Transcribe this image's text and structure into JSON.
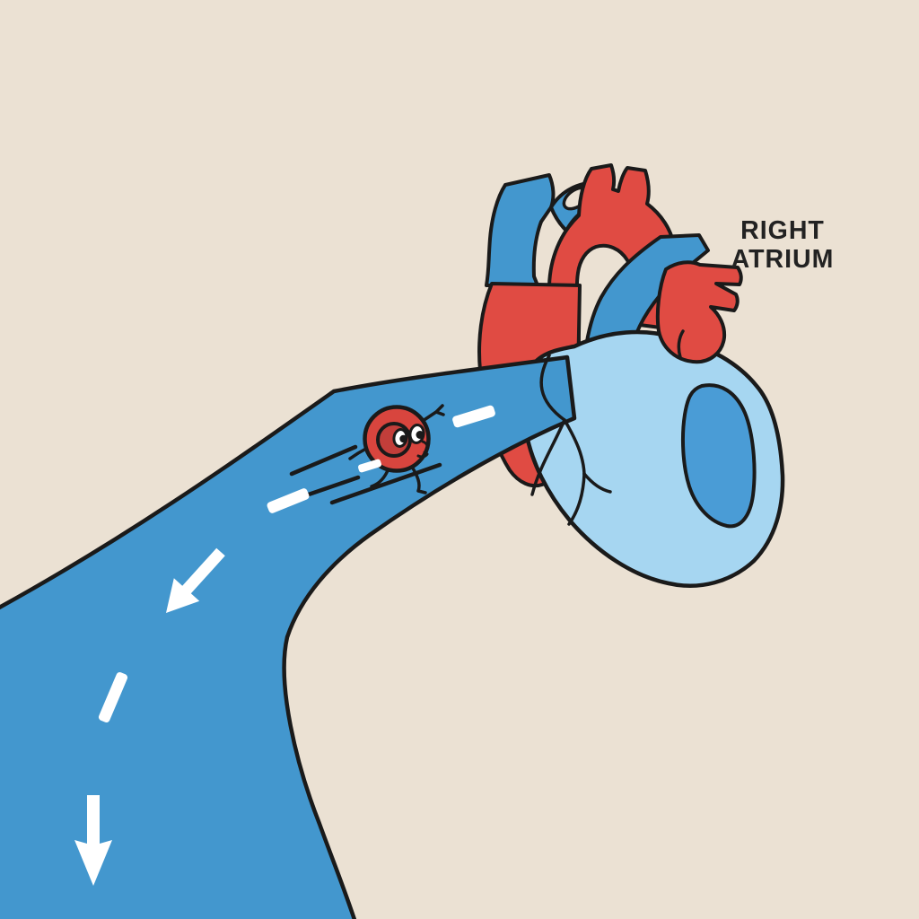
{
  "illustration": {
    "label": {
      "line1": "RIGHT",
      "line2": "ATRIUM"
    },
    "colors": {
      "background": "#ebe1d3",
      "vessel_blue": "#4397ce",
      "heart_light_blue": "#a6d6f1",
      "heart_chamber_blue": "#4a9cd6",
      "artery_red": "#e04b43",
      "blood_cell_red": "#d8453e",
      "blood_cell_inner_red": "#c23e3a",
      "outline_black": "#1a1a1a",
      "flow_marking_white": "#ffffff",
      "label_text_color": "#222222"
    },
    "flow_markings": {
      "arrow_count": 2,
      "arrow_directions": [
        "down-left",
        "down"
      ],
      "dash_count": 4,
      "speed_line_count": 3
    }
  }
}
